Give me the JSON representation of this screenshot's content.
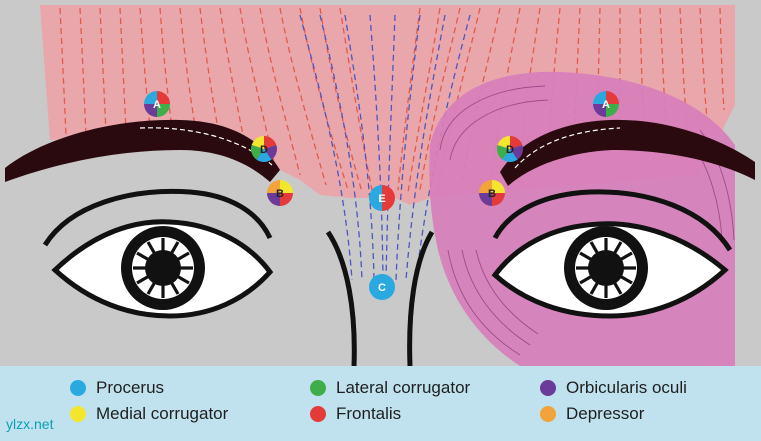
{
  "points": [
    {
      "id": "A",
      "label": "A",
      "muscles": [
        "frontalis",
        "lateral_corrugator",
        "orbicularis_oculi",
        "procerus"
      ]
    },
    {
      "id": "D",
      "label": "D",
      "muscles": [
        "frontalis",
        "orbicularis_oculi",
        "procerus",
        "lateral_corrugator",
        "medial_corrugator"
      ]
    },
    {
      "id": "B",
      "label": "B",
      "muscles": [
        "medial_corrugator",
        "frontalis",
        "orbicularis_oculi",
        "depressor"
      ]
    },
    {
      "id": "E",
      "label": "E",
      "muscles": [
        "frontalis",
        "procerus"
      ]
    },
    {
      "id": "C",
      "label": "C",
      "muscles": [
        "procerus"
      ]
    }
  ],
  "legend": [
    {
      "key": "procerus",
      "label": "Procerus",
      "color": "#2aa9e0"
    },
    {
      "key": "medial_corrugator",
      "label": "Medial corrugator",
      "color": "#f3e72e"
    },
    {
      "key": "lateral_corrugator",
      "label": "Lateral corrugator",
      "color": "#3fae49"
    },
    {
      "key": "frontalis",
      "label": "Frontalis",
      "color": "#e53a3a"
    },
    {
      "key": "orbicularis_oculi",
      "label": "Orbicularis oculi",
      "color": "#6c3a98"
    },
    {
      "key": "depressor",
      "label": "Depressor",
      "color": "#f2a33a"
    }
  ],
  "colors": {
    "skin": "#c9c9c9",
    "frontalis_zone": "#e9a7ab",
    "orbicularis_zone": "#d77fbb",
    "brow": "#2a0a0e",
    "frontalis_lines": "#e35a4a",
    "procerus_lines": "#4a57c0"
  },
  "watermark": "ylzx.net"
}
